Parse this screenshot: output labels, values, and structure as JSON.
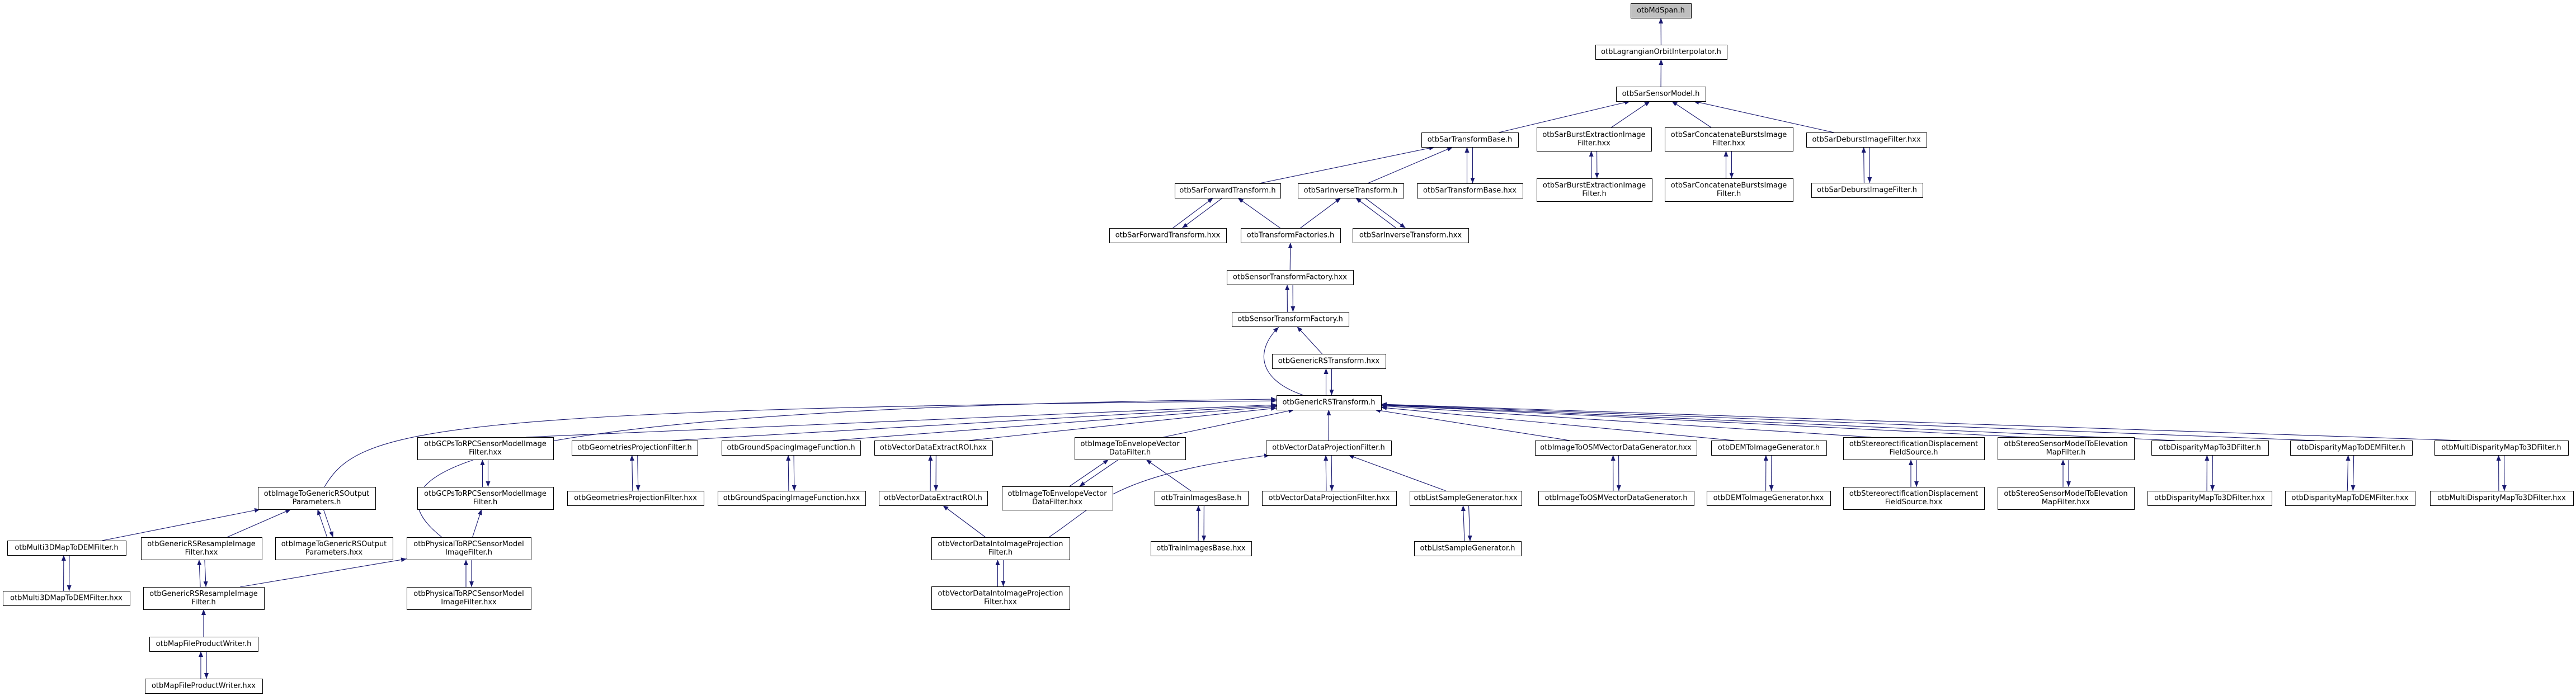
{
  "graph": {
    "kind": "include-dependency-graph",
    "colors": {
      "edge": "#191970",
      "root_fill": "#bfbfbf",
      "node_fill": "#ffffff",
      "node_border": "#000000",
      "text": "#000000"
    },
    "nodes": [
      {
        "id": "mdspan_h",
        "label": [
          "otbMdSpan.h"
        ],
        "root": true
      },
      {
        "id": "lagrange_h",
        "label": [
          "otbLagrangianOrbitInterpolator.h"
        ]
      },
      {
        "id": "sarsensor_h",
        "label": [
          "otbSarSensorModel.h"
        ]
      },
      {
        "id": "sartb_h",
        "label": [
          "otbSarTransformBase.h"
        ]
      },
      {
        "id": "sarburst_hxx",
        "label": [
          "otbSarBurstExtractionImage",
          "Filter.hxx"
        ]
      },
      {
        "id": "sarconcat_hxx",
        "label": [
          "otbSarConcatenateBurstsImage",
          "Filter.hxx"
        ]
      },
      {
        "id": "sardeburst_hxx",
        "label": [
          "otbSarDeburstImageFilter.hxx"
        ]
      },
      {
        "id": "sarfwd_h",
        "label": [
          "otbSarForwardTransform.h"
        ]
      },
      {
        "id": "sarinv_h",
        "label": [
          "otbSarInverseTransform.h"
        ]
      },
      {
        "id": "sartb_hxx",
        "label": [
          "otbSarTransformBase.hxx"
        ]
      },
      {
        "id": "sarburst_h",
        "label": [
          "otbSarBurstExtractionImage",
          "Filter.h"
        ]
      },
      {
        "id": "sarconcat_h",
        "label": [
          "otbSarConcatenateBurstsImage",
          "Filter.h"
        ]
      },
      {
        "id": "sardeburst_h",
        "label": [
          "otbSarDeburstImageFilter.h"
        ]
      },
      {
        "id": "sarfwd_hxx",
        "label": [
          "otbSarForwardTransform.hxx"
        ]
      },
      {
        "id": "tfactories_h",
        "label": [
          "otbTransformFactories.h"
        ]
      },
      {
        "id": "sarinv_hxx",
        "label": [
          "otbSarInverseTransform.hxx"
        ]
      },
      {
        "id": "stf_hxx",
        "label": [
          "otbSensorTransformFactory.hxx"
        ]
      },
      {
        "id": "stf_h",
        "label": [
          "otbSensorTransformFactory.h"
        ]
      },
      {
        "id": "grst_hxx",
        "label": [
          "otbGenericRSTransform.hxx"
        ]
      },
      {
        "id": "grst_h",
        "label": [
          "otbGenericRSTransform.h"
        ]
      },
      {
        "id": "gcps_hxx",
        "label": [
          "otbGCPsToRPCSensorModelImage",
          "Filter.hxx"
        ]
      },
      {
        "id": "geomproj_h",
        "label": [
          "otbGeometriesProjectionFilter.h"
        ]
      },
      {
        "id": "groundsp_h",
        "label": [
          "otbGroundSpacingImageFunction.h"
        ]
      },
      {
        "id": "vdroi_hxx",
        "label": [
          "otbVectorDataExtractROI.hxx"
        ]
      },
      {
        "id": "envelope_h",
        "label": [
          "otbImageToEnvelopeVector",
          "DataFilter.h"
        ]
      },
      {
        "id": "vdproj_h",
        "label": [
          "otbVectorDataProjectionFilter.h"
        ]
      },
      {
        "id": "osm_hxx",
        "label": [
          "otbImageToOSMVectorDataGenerator.hxx"
        ]
      },
      {
        "id": "dem2img_h",
        "label": [
          "otbDEMToImageGenerator.h"
        ]
      },
      {
        "id": "stereorect_h",
        "label": [
          "otbStereorectificationDisplacement",
          "FieldSource.h"
        ]
      },
      {
        "id": "stereosm_h",
        "label": [
          "otbStereoSensorModelToElevation",
          "MapFilter.h"
        ]
      },
      {
        "id": "disp3d_h",
        "label": [
          "otbDisparityMapTo3DFilter.h"
        ]
      },
      {
        "id": "dispdem_h",
        "label": [
          "otbDisparityMapToDEMFilter.h"
        ]
      },
      {
        "id": "multidisp_h",
        "label": [
          "otbMultiDisparityMapTo3DFilter.h"
        ]
      },
      {
        "id": "i2grs_h",
        "label": [
          "otbImageToGenericRSOutput",
          "Parameters.h"
        ]
      },
      {
        "id": "gcps_h",
        "label": [
          "otbGCPsToRPCSensorModelImage",
          "Filter.h"
        ]
      },
      {
        "id": "geomproj_hxx",
        "label": [
          "otbGeometriesProjectionFilter.hxx"
        ]
      },
      {
        "id": "groundsp_hxx",
        "label": [
          "otbGroundSpacingImageFunction.hxx"
        ]
      },
      {
        "id": "vdroi_h",
        "label": [
          "otbVectorDataExtractROI.h"
        ]
      },
      {
        "id": "envelope_hxx",
        "label": [
          "otbImageToEnvelopeVector",
          "DataFilter.hxx"
        ]
      },
      {
        "id": "trainimg_h",
        "label": [
          "otbTrainImagesBase.h"
        ]
      },
      {
        "id": "vdproj_hxx",
        "label": [
          "otbVectorDataProjectionFilter.hxx"
        ]
      },
      {
        "id": "listsample_hxx",
        "label": [
          "otbListSampleGenerator.hxx"
        ]
      },
      {
        "id": "osm_h",
        "label": [
          "otbImageToOSMVectorDataGenerator.h"
        ]
      },
      {
        "id": "dem2img_hxx",
        "label": [
          "otbDEMToImageGenerator.hxx"
        ]
      },
      {
        "id": "stereorect_hxx",
        "label": [
          "otbStereorectificationDisplacement",
          "FieldSource.hxx"
        ]
      },
      {
        "id": "stereosm_hxx",
        "label": [
          "otbStereoSensorModelToElevation",
          "MapFilter.hxx"
        ]
      },
      {
        "id": "disp3d_hxx",
        "label": [
          "otbDisparityMapTo3DFilter.hxx"
        ]
      },
      {
        "id": "dispdem_hxx",
        "label": [
          "otbDisparityMapToDEMFilter.hxx"
        ]
      },
      {
        "id": "multidisp_hxx",
        "label": [
          "otbMultiDisparityMapTo3DFilter.hxx"
        ]
      },
      {
        "id": "multi3d_h",
        "label": [
          "otbMulti3DMapToDEMFilter.h"
        ]
      },
      {
        "id": "grsresample_hxx",
        "label": [
          "otbGenericRSResampleImage",
          "Filter.hxx"
        ]
      },
      {
        "id": "i2grs_hxx",
        "label": [
          "otbImageToGenericRSOutput",
          "Parameters.hxx"
        ]
      },
      {
        "id": "phys2rpc_h",
        "label": [
          "otbPhysicalToRPCSensorModel",
          "ImageFilter.h"
        ]
      },
      {
        "id": "vdinto_h",
        "label": [
          "otbVectorDataIntoImageProjection",
          "Filter.h"
        ]
      },
      {
        "id": "trainimg_hxx",
        "label": [
          "otbTrainImagesBase.hxx"
        ]
      },
      {
        "id": "listsample_h",
        "label": [
          "otbListSampleGenerator.h"
        ]
      },
      {
        "id": "multi3d_hxx",
        "label": [
          "otbMulti3DMapToDEMFilter.hxx"
        ]
      },
      {
        "id": "grsresample_h",
        "label": [
          "otbGenericRSResampleImage",
          "Filter.h"
        ]
      },
      {
        "id": "phys2rpc_hxx",
        "label": [
          "otbPhysicalToRPCSensorModel",
          "ImageFilter.hxx"
        ]
      },
      {
        "id": "vdinto_hxx",
        "label": [
          "otbVectorDataIntoImageProjection",
          "Filter.hxx"
        ]
      },
      {
        "id": "mapwriter_h",
        "label": [
          "otbMapFileProductWriter.h"
        ]
      },
      {
        "id": "mapwriter_hxx",
        "label": [
          "otbMapFileProductWriter.hxx"
        ]
      }
    ],
    "edges": [
      [
        "lagrange_h",
        "mdspan_h"
      ],
      [
        "sarsensor_h",
        "lagrange_h"
      ],
      [
        "sartb_h",
        "sarsensor_h"
      ],
      [
        "sarburst_hxx",
        "sarsensor_h"
      ],
      [
        "sarconcat_hxx",
        "sarsensor_h"
      ],
      [
        "sardeburst_hxx",
        "sarsensor_h"
      ],
      [
        "sartb_hxx",
        "sartb_h"
      ],
      [
        "sartb_h",
        "sartb_hxx"
      ],
      [
        "sarburst_h",
        "sarburst_hxx"
      ],
      [
        "sarburst_hxx",
        "sarburst_h"
      ],
      [
        "sarconcat_h",
        "sarconcat_hxx"
      ],
      [
        "sarconcat_hxx",
        "sarconcat_h"
      ],
      [
        "sardeburst_h",
        "sardeburst_hxx"
      ],
      [
        "sardeburst_hxx",
        "sardeburst_h"
      ],
      [
        "sarfwd_h",
        "sartb_h"
      ],
      [
        "sarinv_h",
        "sartb_h"
      ],
      [
        "sarfwd_hxx",
        "sarfwd_h"
      ],
      [
        "sarfwd_h",
        "sarfwd_hxx"
      ],
      [
        "tfactories_h",
        "sarfwd_h"
      ],
      [
        "tfactories_h",
        "sarinv_h"
      ],
      [
        "sarinv_hxx",
        "sarinv_h"
      ],
      [
        "sarinv_h",
        "sarinv_hxx"
      ],
      [
        "stf_hxx",
        "tfactories_h"
      ],
      [
        "stf_h",
        "stf_hxx"
      ],
      [
        "stf_hxx",
        "stf_h"
      ],
      [
        "grst_hxx",
        "stf_h"
      ],
      [
        "grst_h",
        "stf_h"
      ],
      [
        "grst_h",
        "grst_hxx"
      ],
      [
        "grst_hxx",
        "grst_h"
      ],
      [
        "i2grs_h",
        "grst_h"
      ],
      [
        "phys2rpc_h",
        "grst_h"
      ],
      [
        "gcps_hxx",
        "grst_h"
      ],
      [
        "geomproj_h",
        "grst_h"
      ],
      [
        "groundsp_h",
        "grst_h"
      ],
      [
        "vdroi_hxx",
        "grst_h"
      ],
      [
        "envelope_h",
        "grst_h"
      ],
      [
        "vdproj_h",
        "grst_h"
      ],
      [
        "osm_hxx",
        "grst_h"
      ],
      [
        "dem2img_h",
        "grst_h"
      ],
      [
        "stereorect_h",
        "grst_h"
      ],
      [
        "stereosm_h",
        "grst_h"
      ],
      [
        "disp3d_h",
        "grst_h"
      ],
      [
        "dispdem_h",
        "grst_h"
      ],
      [
        "multidisp_h",
        "grst_h"
      ],
      [
        "gcps_h",
        "gcps_hxx"
      ],
      [
        "gcps_hxx",
        "gcps_h"
      ],
      [
        "phys2rpc_h",
        "gcps_h"
      ],
      [
        "multi3d_h",
        "i2grs_h"
      ],
      [
        "grsresample_hxx",
        "i2grs_h"
      ],
      [
        "i2grs_hxx",
        "i2grs_h"
      ],
      [
        "i2grs_h",
        "i2grs_hxx"
      ],
      [
        "multi3d_hxx",
        "multi3d_h"
      ],
      [
        "multi3d_h",
        "multi3d_hxx"
      ],
      [
        "grsresample_h",
        "grsresample_hxx"
      ],
      [
        "grsresample_hxx",
        "grsresample_h"
      ],
      [
        "grsresample_h",
        "phys2rpc_h"
      ],
      [
        "phys2rpc_hxx",
        "phys2rpc_h"
      ],
      [
        "phys2rpc_h",
        "phys2rpc_hxx"
      ],
      [
        "mapwriter_h",
        "grsresample_h"
      ],
      [
        "mapwriter_hxx",
        "mapwriter_h"
      ],
      [
        "mapwriter_h",
        "mapwriter_hxx"
      ],
      [
        "geomproj_hxx",
        "geomproj_h"
      ],
      [
        "geomproj_h",
        "geomproj_hxx"
      ],
      [
        "groundsp_hxx",
        "groundsp_h"
      ],
      [
        "groundsp_h",
        "groundsp_hxx"
      ],
      [
        "vdroi_h",
        "vdroi_hxx"
      ],
      [
        "vdroi_hxx",
        "vdroi_h"
      ],
      [
        "vdinto_h",
        "vdroi_h"
      ],
      [
        "envelope_hxx",
        "envelope_h"
      ],
      [
        "envelope_h",
        "envelope_hxx"
      ],
      [
        "trainimg_h",
        "envelope_h"
      ],
      [
        "vdinto_h",
        "vdproj_h"
      ],
      [
        "vdproj_hxx",
        "vdproj_h"
      ],
      [
        "vdproj_h",
        "vdproj_hxx"
      ],
      [
        "listsample_hxx",
        "vdproj_h"
      ],
      [
        "trainimg_hxx",
        "trainimg_h"
      ],
      [
        "trainimg_h",
        "trainimg_hxx"
      ],
      [
        "listsample_h",
        "listsample_hxx"
      ],
      [
        "listsample_hxx",
        "listsample_h"
      ],
      [
        "vdinto_hxx",
        "vdinto_h"
      ],
      [
        "vdinto_h",
        "vdinto_hxx"
      ],
      [
        "osm_h",
        "osm_hxx"
      ],
      [
        "osm_hxx",
        "osm_h"
      ],
      [
        "dem2img_hxx",
        "dem2img_h"
      ],
      [
        "dem2img_h",
        "dem2img_hxx"
      ],
      [
        "stereorect_hxx",
        "stereorect_h"
      ],
      [
        "stereorect_h",
        "stereorect_hxx"
      ],
      [
        "stereosm_hxx",
        "stereosm_h"
      ],
      [
        "stereosm_h",
        "stereosm_hxx"
      ],
      [
        "disp3d_hxx",
        "disp3d_h"
      ],
      [
        "disp3d_h",
        "disp3d_hxx"
      ],
      [
        "dispdem_hxx",
        "dispdem_h"
      ],
      [
        "dispdem_h",
        "dispdem_hxx"
      ],
      [
        "multidisp_hxx",
        "multidisp_h"
      ],
      [
        "multidisp_h",
        "multidisp_hxx"
      ]
    ]
  }
}
